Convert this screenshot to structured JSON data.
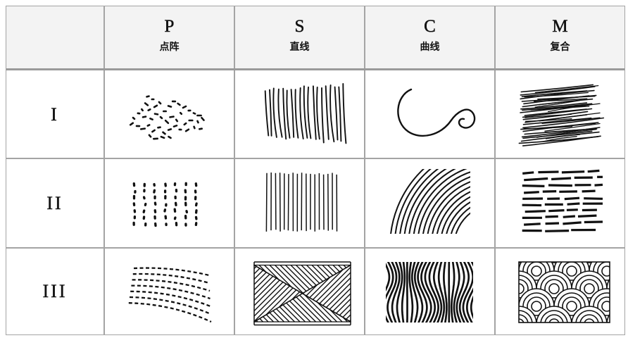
{
  "header": {
    "columns": [
      {
        "letter": "P",
        "label": "点阵"
      },
      {
        "letter": "S",
        "label": "直线"
      },
      {
        "letter": "C",
        "label": "曲线"
      },
      {
        "letter": "M",
        "label": "复合"
      }
    ]
  },
  "rows": [
    {
      "label": "I"
    },
    {
      "label": "II"
    },
    {
      "label": "III"
    }
  ],
  "colors": {
    "ink": "#111111",
    "grid": "#a4a4a4",
    "header_bg": "#f3f3f3"
  }
}
